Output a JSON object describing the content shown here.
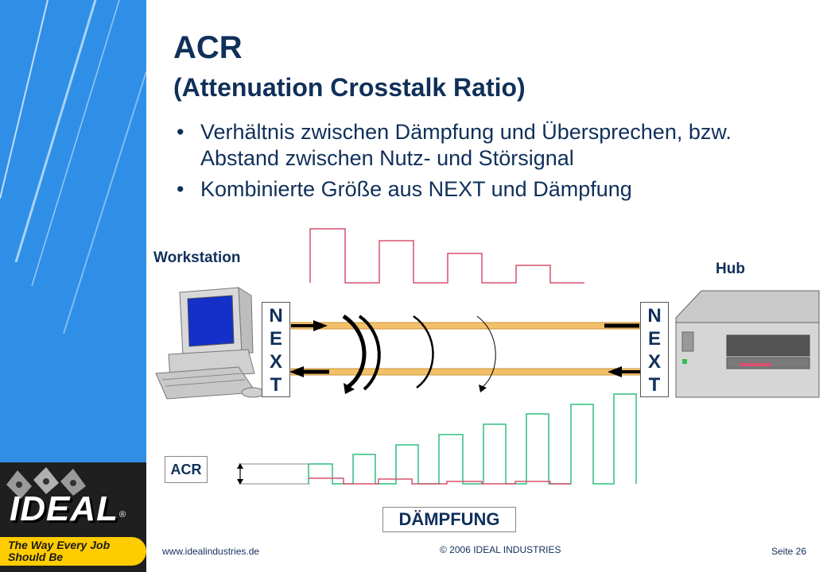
{
  "slide": {
    "title": "ACR",
    "subtitle": "(Attenuation Crosstalk Ratio)",
    "bullets": [
      "Verhältnis zwischen Dämpfung und Übersprechen, bzw. Abstand zwischen Nutz- und Störsignal",
      "Kombinierte Größe aus NEXT und Dämpfung"
    ]
  },
  "diagram": {
    "workstation_label": "Workstation",
    "hub_label": "Hub",
    "next_left": [
      "N",
      "E",
      "X",
      "T"
    ],
    "next_right": [
      "N",
      "E",
      "X",
      "T"
    ],
    "acr_label": "ACR",
    "daempfung_label": "DÄMPFUNG",
    "colors": {
      "attenuation_signal": "#d8506e",
      "acr_signal": "#2fbf7f",
      "cable": "#f3c06a",
      "monitor_screen": "#1430c8",
      "text": "#10305a"
    }
  },
  "branding": {
    "logo": "IDEAL",
    "tagline": "The Way Every Job Should Be"
  },
  "footer": {
    "website": "www.idealindustries.de",
    "copyright": "© 2006 IDEAL INDUSTRIES",
    "page": "Seite 26"
  }
}
